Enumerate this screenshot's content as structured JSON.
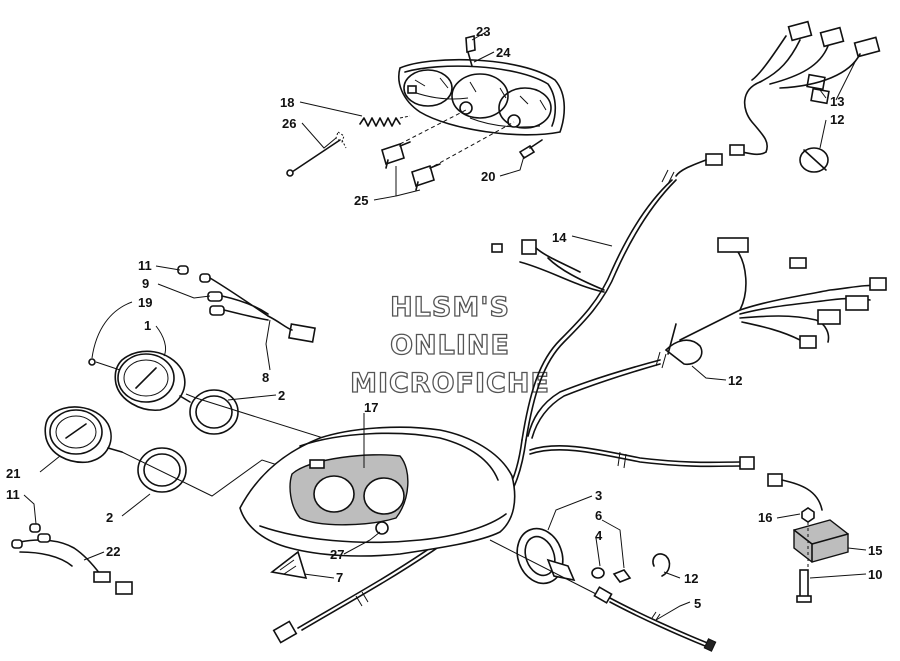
{
  "watermark": {
    "line1": "HLSM'S",
    "line2": "ONLINE",
    "line3": "MICROFICHE"
  },
  "callouts": [
    {
      "id": "c23",
      "label": "23"
    },
    {
      "id": "c24",
      "label": "24"
    },
    {
      "id": "c18",
      "label": "18"
    },
    {
      "id": "c26",
      "label": "26"
    },
    {
      "id": "c25",
      "label": "25"
    },
    {
      "id": "c20",
      "label": "20"
    },
    {
      "id": "c13",
      "label": "13"
    },
    {
      "id": "c12a",
      "label": "12"
    },
    {
      "id": "c14",
      "label": "14"
    },
    {
      "id": "c11a",
      "label": "11"
    },
    {
      "id": "c9",
      "label": "9"
    },
    {
      "id": "c19",
      "label": "19"
    },
    {
      "id": "c1",
      "label": "1"
    },
    {
      "id": "c8",
      "label": "8"
    },
    {
      "id": "c2a",
      "label": "2"
    },
    {
      "id": "c12b",
      "label": "12"
    },
    {
      "id": "c17",
      "label": "17"
    },
    {
      "id": "c21",
      "label": "21"
    },
    {
      "id": "c11b",
      "label": "11"
    },
    {
      "id": "c2b",
      "label": "2"
    },
    {
      "id": "c22",
      "label": "22"
    },
    {
      "id": "c27",
      "label": "27"
    },
    {
      "id": "c7",
      "label": "7"
    },
    {
      "id": "c3",
      "label": "3"
    },
    {
      "id": "c6",
      "label": "6"
    },
    {
      "id": "c4",
      "label": "4"
    },
    {
      "id": "c12c",
      "label": "12"
    },
    {
      "id": "c5",
      "label": "5"
    },
    {
      "id": "c16",
      "label": "16"
    },
    {
      "id": "c15",
      "label": "15"
    },
    {
      "id": "c10",
      "label": "10"
    }
  ]
}
